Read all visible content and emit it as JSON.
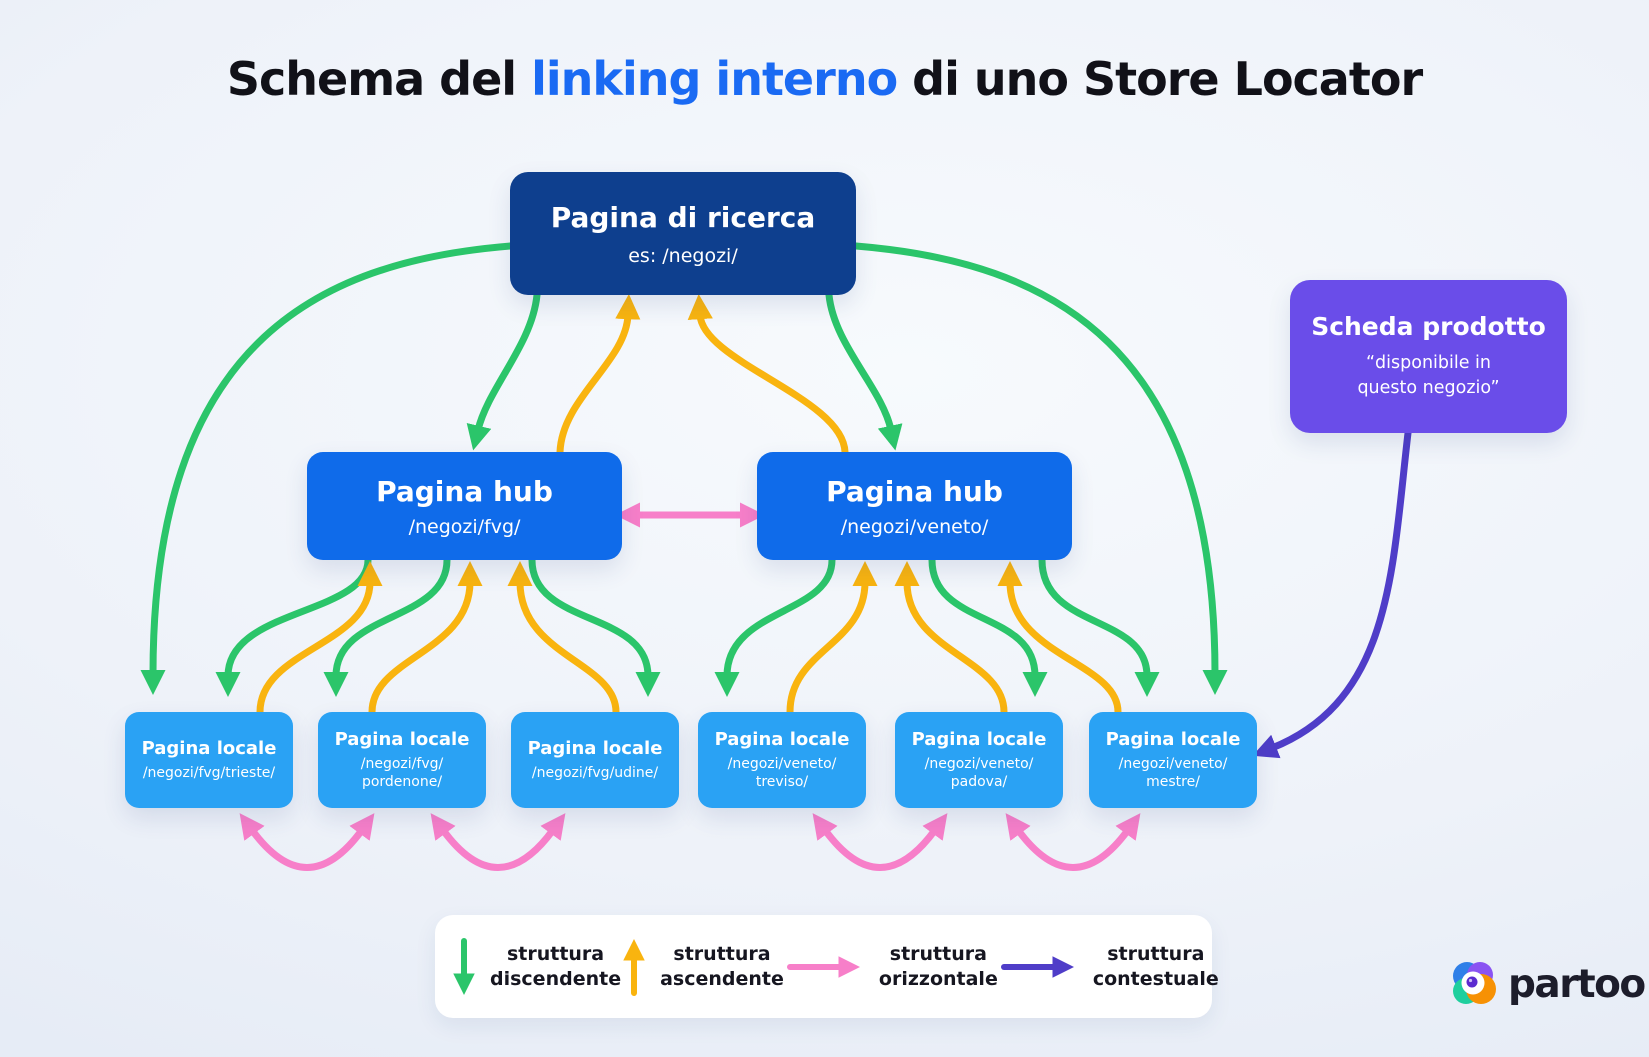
{
  "title": {
    "part1": "Schema del ",
    "highlight": "linking interno",
    "part2": " di uno Store Locator"
  },
  "nodes": {
    "search": {
      "title": "Pagina di ricerca",
      "subtitle": "es: /negozi/"
    },
    "hub_fvg": {
      "title": "Pagina hub",
      "subtitle": "/negozi/fvg/"
    },
    "hub_veneto": {
      "title": "Pagina hub",
      "subtitle": "/negozi/veneto/"
    },
    "local_trieste": {
      "title": "Pagina locale",
      "subtitle": "/negozi/fvg/trieste/"
    },
    "local_pordenone": {
      "title": "Pagina locale",
      "subtitle": "/negozi/fvg/\npordenone/"
    },
    "local_udine": {
      "title": "Pagina locale",
      "subtitle": "/negozi/fvg/udine/"
    },
    "local_treviso": {
      "title": "Pagina locale",
      "subtitle": "/negozi/veneto/\ntreviso/"
    },
    "local_padova": {
      "title": "Pagina locale",
      "subtitle": "/negozi/veneto/\npadova/"
    },
    "local_mestre": {
      "title": "Pagina locale",
      "subtitle": "/negozi/veneto/\nmestre/"
    },
    "product": {
      "title": "Scheda prodotto",
      "subtitle": "“disponibile in\nquesto negozio”"
    }
  },
  "legend": {
    "items": [
      {
        "icon": "green-down-arrow",
        "line1": "struttura",
        "line2": "discendente"
      },
      {
        "icon": "yellow-up-arrow",
        "line1": "struttura",
        "line2": "ascendente"
      },
      {
        "icon": "pink-right-arrow",
        "line1": "struttura",
        "line2": "orizzontale"
      },
      {
        "icon": "purple-right-arrow",
        "line1": "struttura",
        "line2": "contestuale"
      }
    ]
  },
  "logo": {
    "text": "partoo"
  },
  "colors": {
    "accent_blue": "#1a6af3",
    "navy": "#0e3f8e",
    "hub_blue": "#0f6bea",
    "local_blue": "#2aa2f4",
    "purple_box": "#6a4de9",
    "green": "#2bc56a",
    "yellow": "#f9b40f",
    "pink": "#f77fc9",
    "purple_arrow": "#4f3dc8",
    "text_dark": "#111118",
    "legend_bg": "#ffffff",
    "logo_blue": "#2f7fe8",
    "logo_purple": "#8a53f2",
    "logo_orange": "#f79104",
    "logo_teal": "#1fcf9e",
    "logo_pupil": "#5b2bd0"
  }
}
